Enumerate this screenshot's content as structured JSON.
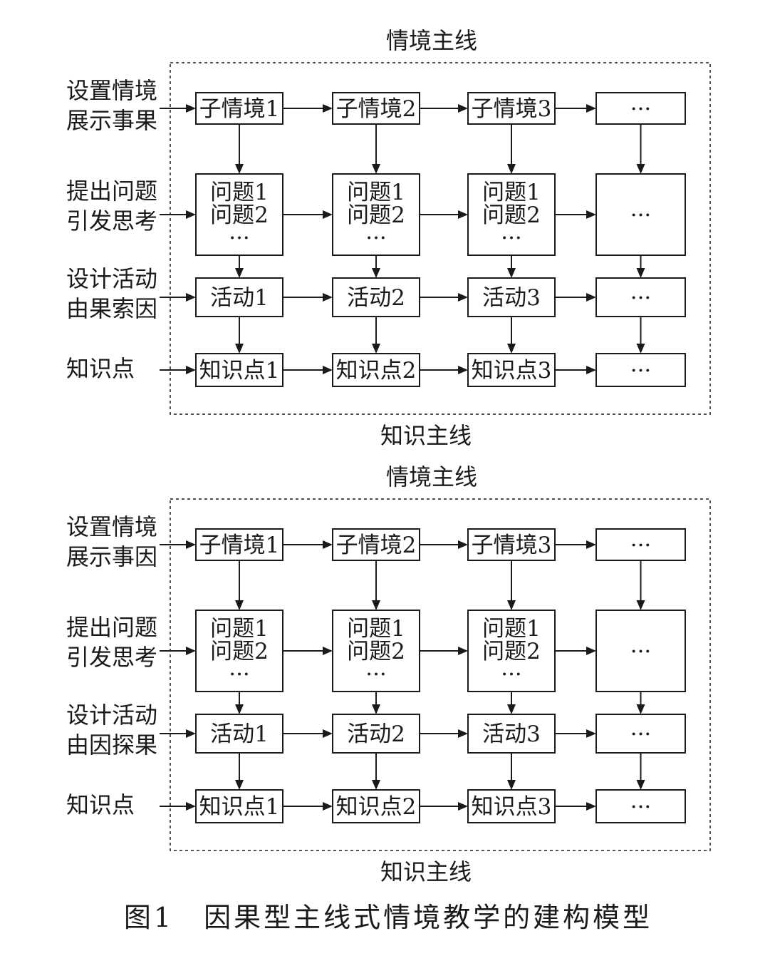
{
  "figure": {
    "caption": "图1　因果型主线式情境教学的建构模型"
  },
  "diagrams": [
    {
      "top_label": "情境主线",
      "bottom_label": "知识主线",
      "rows": [
        {
          "label_lines": [
            "设置情境",
            "展示事果"
          ],
          "cells": [
            [
              "子情境1"
            ],
            [
              "子情境2"
            ],
            [
              "子情境3"
            ],
            [
              "···"
            ]
          ]
        },
        {
          "label_lines": [
            "提出问题",
            "引发思考"
          ],
          "cells": [
            [
              "问题1",
              "问题2",
              "···"
            ],
            [
              "问题1",
              "问题2",
              "···"
            ],
            [
              "问题1",
              "问题2",
              "···"
            ],
            [
              "···"
            ]
          ]
        },
        {
          "label_lines": [
            "设计活动",
            "由果索因"
          ],
          "cells": [
            [
              "活动1"
            ],
            [
              "活动2"
            ],
            [
              "活动3"
            ],
            [
              "···"
            ]
          ]
        },
        {
          "label_lines": [
            "知识点"
          ],
          "cells": [
            [
              "知识点1"
            ],
            [
              "知识点2"
            ],
            [
              "知识点3"
            ],
            [
              "···"
            ]
          ]
        }
      ]
    },
    {
      "top_label": "情境主线",
      "bottom_label": "知识主线",
      "rows": [
        {
          "label_lines": [
            "设置情境",
            "展示事因"
          ],
          "cells": [
            [
              "子情境1"
            ],
            [
              "子情境2"
            ],
            [
              "子情境3"
            ],
            [
              "···"
            ]
          ]
        },
        {
          "label_lines": [
            "提出问题",
            "引发思考"
          ],
          "cells": [
            [
              "问题1",
              "问题2",
              "···"
            ],
            [
              "问题1",
              "问题2",
              "···"
            ],
            [
              "问题1",
              "问题2",
              "···"
            ],
            [
              "···"
            ]
          ]
        },
        {
          "label_lines": [
            "设计活动",
            "由因探果"
          ],
          "cells": [
            [
              "活动1"
            ],
            [
              "活动2"
            ],
            [
              "活动3"
            ],
            [
              "···"
            ]
          ]
        },
        {
          "label_lines": [
            "知识点"
          ],
          "cells": [
            [
              "知识点1"
            ],
            [
              "知识点2"
            ],
            [
              "知识点3"
            ],
            [
              "···"
            ]
          ]
        }
      ]
    }
  ],
  "colors": {
    "ink": "#1a1a1a",
    "background": "#ffffff"
  }
}
